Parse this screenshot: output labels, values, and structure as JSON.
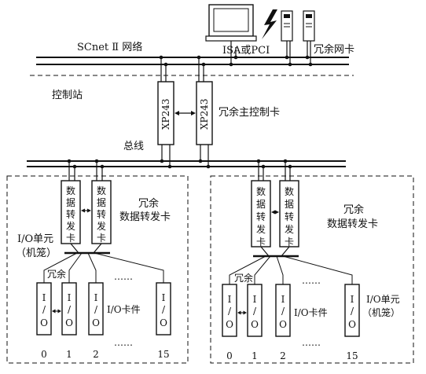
{
  "network": {
    "name": "SCnet Ⅱ 网络",
    "isa_pci": "ISA或PCI",
    "redundant_nic": "冗余网卡"
  },
  "station": {
    "label": "控制站",
    "bus": "总线",
    "main_card_label": "冗余主控制卡",
    "main_card_a": "XP243",
    "main_card_b": "XP243"
  },
  "left_cabinet": {
    "redundant_label_1": "冗余",
    "redundant_label_2": "数据转发卡",
    "forward_card_a": [
      "数",
      "据",
      "转",
      "发",
      "卡"
    ],
    "forward_card_b": [
      "数",
      "据",
      "转",
      "发",
      "卡"
    ],
    "io_unit_1": "I/O单元",
    "io_unit_2": "（机笼）",
    "redundant_small": "冗余",
    "io_card_label": "I/O卡件",
    "io_glyphs": [
      "I",
      "/",
      "O"
    ],
    "slot_numbers": [
      "0",
      "1",
      "2",
      "15"
    ],
    "ellipsis": "……"
  },
  "right_cabinet": {
    "redundant_label_1": "冗余",
    "redundant_label_2": "数据转发卡",
    "forward_card_a": [
      "数",
      "据",
      "转",
      "发",
      "卡"
    ],
    "forward_card_b": [
      "数",
      "据",
      "转",
      "发",
      "卡"
    ],
    "io_unit_1": "I/O单元",
    "io_unit_2": "（机笼）",
    "redundant_small": "冗余",
    "io_card_label": "I/O卡件",
    "io_glyphs": [
      "I",
      "/",
      "O"
    ],
    "slot_numbers": [
      "0",
      "1",
      "2",
      "15"
    ],
    "ellipsis": "……"
  }
}
